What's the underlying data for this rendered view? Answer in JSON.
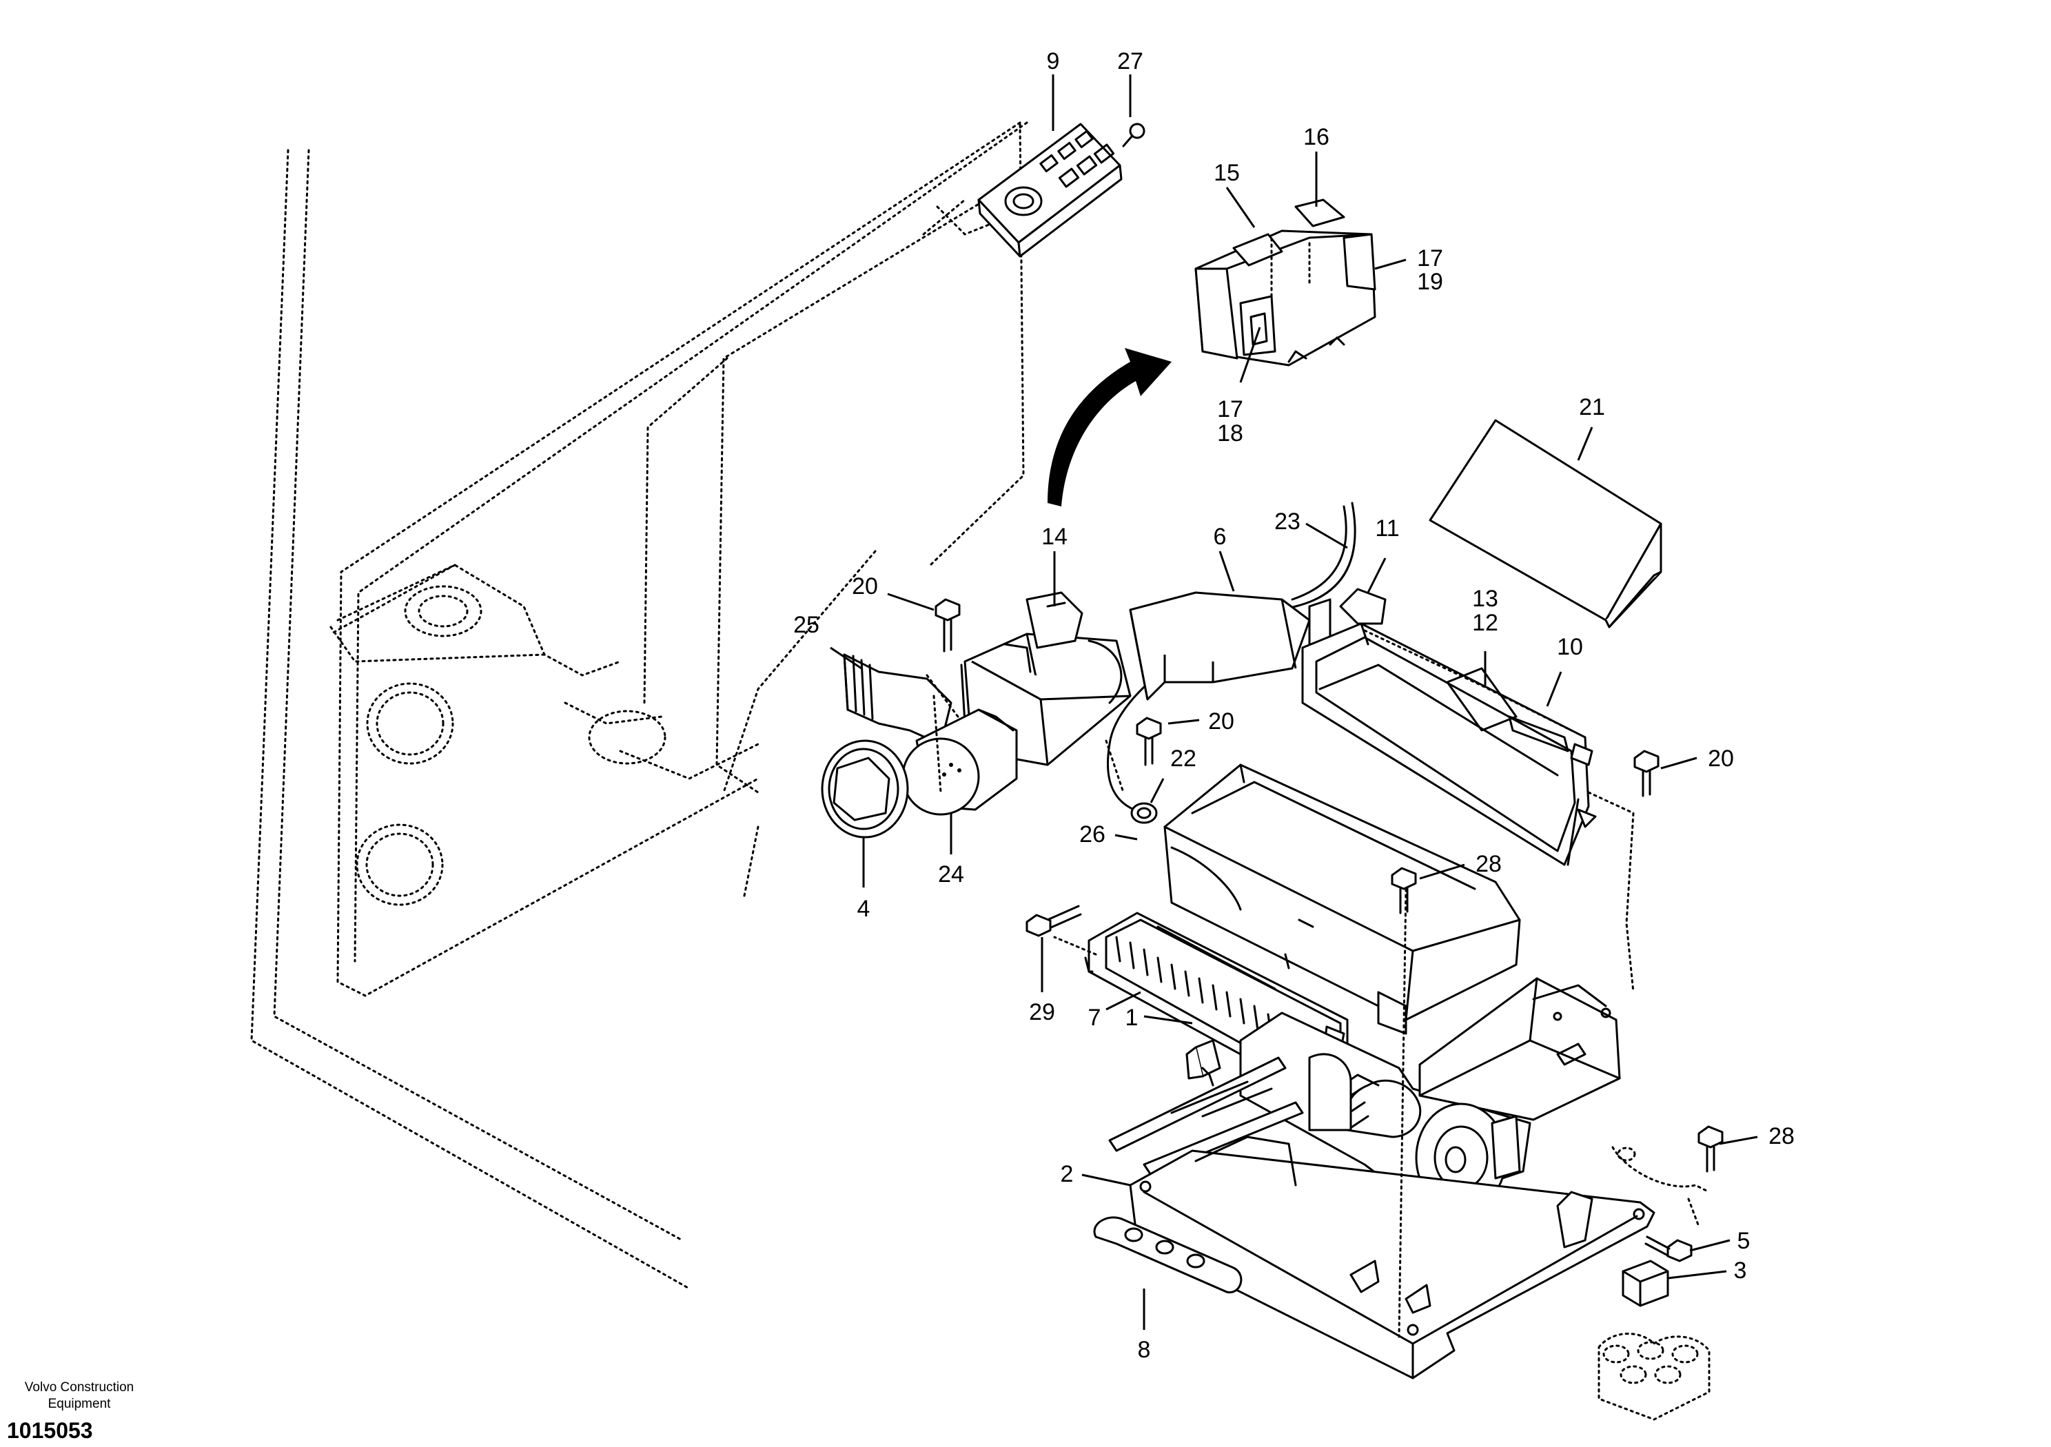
{
  "footer": {
    "brand": "Volvo Construction\nEquipment",
    "drawing_number": "1015053"
  },
  "callouts": {
    "c1": "1",
    "c2": "2",
    "c3": "3",
    "c4": "4",
    "c5": "5",
    "c6": "6",
    "c7": "7",
    "c8": "8",
    "c9": "9",
    "c10": "10",
    "c11": "11",
    "c12": "12",
    "c13": "13",
    "c14": "14",
    "c15": "15",
    "c16": "16",
    "c17a": "17",
    "c17b": "17",
    "c18": "18",
    "c19": "19",
    "c20a": "20",
    "c20b": "20",
    "c20c": "20",
    "c21": "21",
    "c22": "22",
    "c23": "23",
    "c24": "24",
    "c25": "25",
    "c26": "26",
    "c27": "27",
    "c28a": "28",
    "c28b": "28",
    "c29": "29"
  }
}
